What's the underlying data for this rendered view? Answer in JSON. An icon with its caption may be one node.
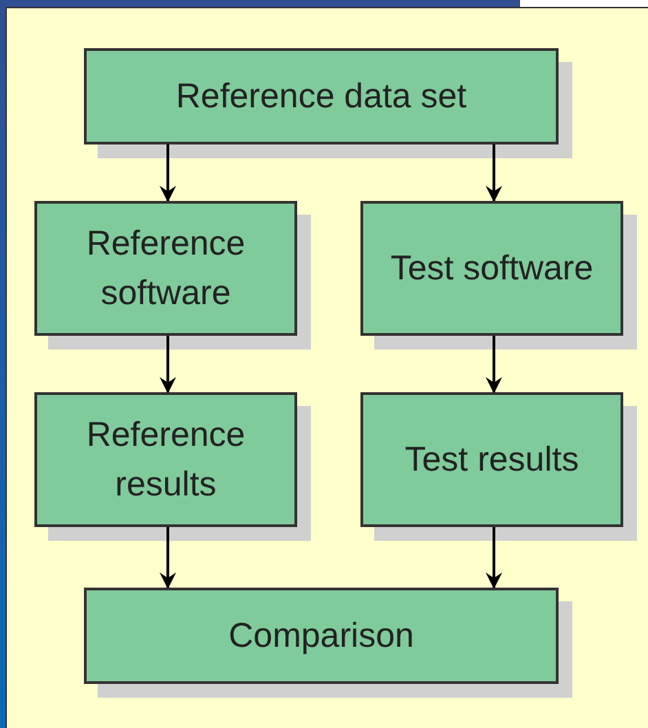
{
  "diagram": {
    "nodes": [
      {
        "text": [
          "Reference data set"
        ]
      },
      {
        "text": [
          "Reference software"
        ]
      },
      {
        "text": [
          "Test software"
        ]
      },
      {
        "text": [
          "Reference results"
        ]
      },
      {
        "text": [
          "Test results"
        ]
      },
      {
        "text": [
          "Comparison"
        ]
      }
    ],
    "edges": [
      {
        "from": 0,
        "to": 1,
        "arrow": "to"
      },
      {
        "from": 0,
        "to": 2,
        "arrow": "to"
      },
      {
        "from": 1,
        "to": 3,
        "arrow": "to"
      },
      {
        "from": 2,
        "to": 4,
        "arrow": "to"
      },
      {
        "from": 3,
        "to": 5,
        "arrow": "to"
      },
      {
        "from": 4,
        "to": 5,
        "arrow": "to"
      }
    ]
  }
}
